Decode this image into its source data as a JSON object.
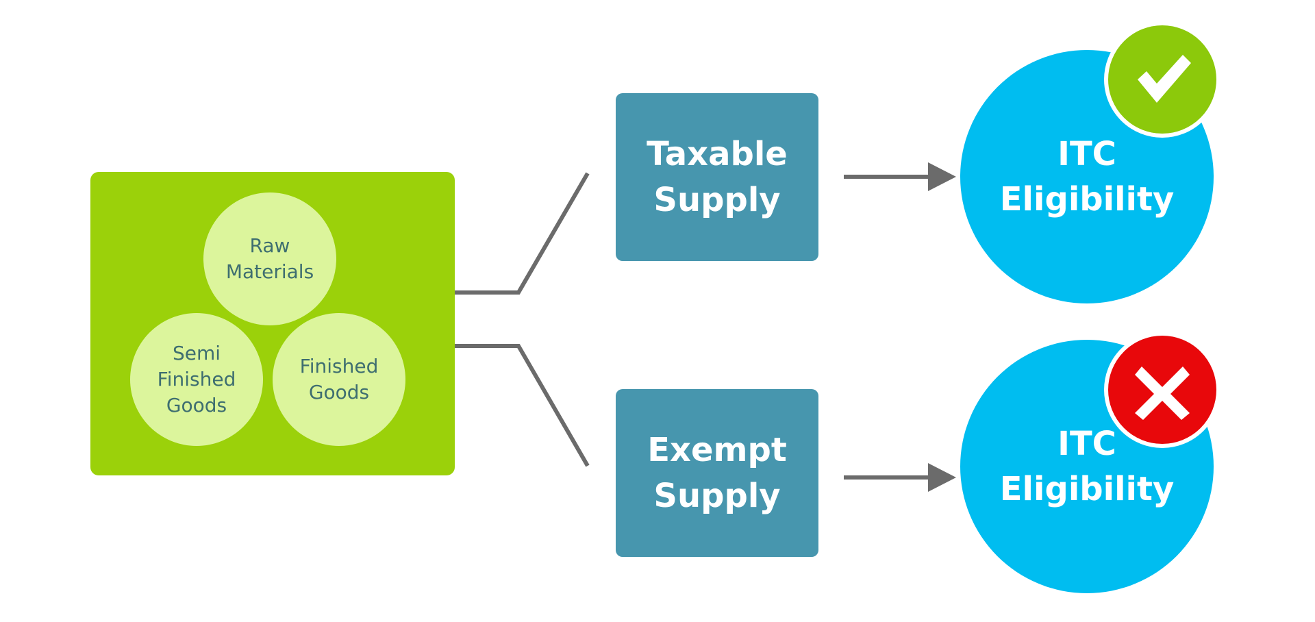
{
  "inventory": {
    "items": [
      {
        "label": "Raw\nMaterials"
      },
      {
        "label": "Semi\nFinished\nGoods"
      },
      {
        "label": "Finished\nGoods"
      }
    ]
  },
  "supplies": [
    {
      "label": "Taxable\nSupply"
    },
    {
      "label": "Exempt\nSupply"
    }
  ],
  "outcomes": [
    {
      "label": "ITC\nEligibility",
      "status": "eligible",
      "badge_icon": "check-icon"
    },
    {
      "label": "ITC\nEligibility",
      "status": "not-eligible",
      "badge_icon": "x-icon"
    }
  ],
  "colors": {
    "inventory_box": "#9bd10a",
    "inner_circle": "#dcf59c",
    "inner_text": "#3e6e70",
    "supply_box": "#4796ae",
    "itc_circle": "#00bdf0",
    "badge_check": "#8cc90b",
    "badge_x": "#e8080b",
    "connector": "#6b6b6b"
  }
}
